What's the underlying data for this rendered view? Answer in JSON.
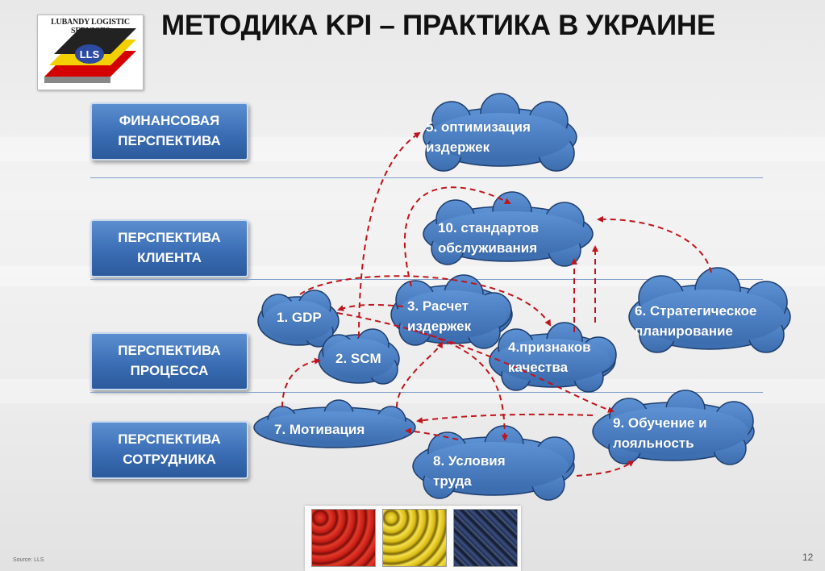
{
  "header": {
    "logo_text": "LUBANDY LOGISTIC SERVICES",
    "title": "МЕТОДИКА KPI – ПРАКТИКА В УКРАИНЕ"
  },
  "perspectives": [
    {
      "id": "financial",
      "label": "ФИНАНСОВАЯ\nПЕРСПЕКТИВА"
    },
    {
      "id": "client",
      "label": "ПЕРСПЕКТИВА\nКЛИЕНТА"
    },
    {
      "id": "process",
      "label": "ПЕРСПЕКТИВА\nПРОЦЕССА"
    },
    {
      "id": "employee",
      "label": "ПЕРСПЕКТИВА\nСОТРУДНИКА"
    }
  ],
  "nodes": [
    {
      "id": "gdp",
      "label": "1. GDP"
    },
    {
      "id": "scm",
      "label": "2. SCM"
    },
    {
      "id": "cost-calc",
      "label": "3. Расчет\nиздержек"
    },
    {
      "id": "quality",
      "label": "4.признаков\nкачества"
    },
    {
      "id": "cost-opt",
      "label": "5. оптимизация\nиздержек"
    },
    {
      "id": "strategy",
      "label": "6. Стратегическое\nпланирование"
    },
    {
      "id": "motivation",
      "label": "7. Мотивация"
    },
    {
      "id": "conditions",
      "label": "8. Условия\nтруда"
    },
    {
      "id": "training",
      "label": "9. Обучение и\nлояльность"
    },
    {
      "id": "standards",
      "label": "10. стандартов\nобслуживания"
    }
  ],
  "colors": {
    "cloud_fill": "#4a7fc1",
    "cloud_stroke": "#1f3e6e",
    "arrow": "#c0141c",
    "perspective_box": "#3a6db4"
  },
  "footer": {
    "source": "Source: LLS",
    "page_number": "12"
  }
}
